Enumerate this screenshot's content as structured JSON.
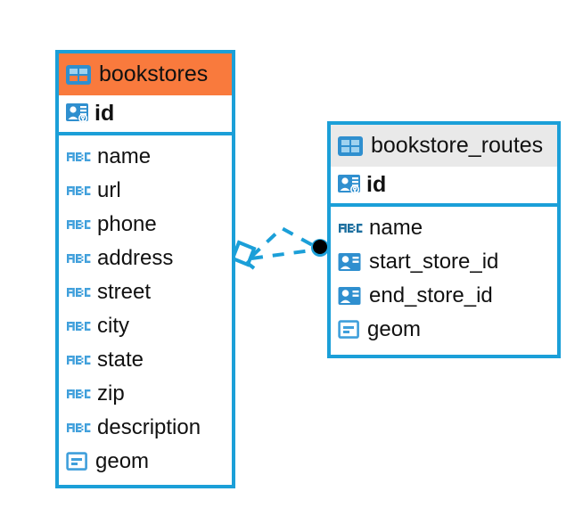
{
  "diagram": {
    "title": "bookstores / bookstore_routes relationship",
    "background_color": "#ffffff",
    "accent_color": "#1b9fd8",
    "highlight_color": "#f97a3d",
    "header_plain_color": "#e9e9e9",
    "endpoint_color": "#000000"
  },
  "entities": [
    {
      "name": "bookstores",
      "header_icon": "table-icon-accent",
      "header_style": "accent",
      "primary_key": {
        "label": "id",
        "icon": "primary-key-icon"
      },
      "fields": [
        {
          "label": "name",
          "icon": "text-abc-icon"
        },
        {
          "label": "url",
          "icon": "text-abc-icon"
        },
        {
          "label": "phone",
          "icon": "text-abc-icon"
        },
        {
          "label": "address",
          "icon": "text-abc-icon"
        },
        {
          "label": "street",
          "icon": "text-abc-icon"
        },
        {
          "label": "city",
          "icon": "text-abc-icon"
        },
        {
          "label": "state",
          "icon": "text-abc-icon"
        },
        {
          "label": "zip",
          "icon": "text-abc-icon"
        },
        {
          "label": "description",
          "icon": "text-abc-icon"
        },
        {
          "label": "geom",
          "icon": "geometry-icon"
        }
      ]
    },
    {
      "name": "bookstore_routes",
      "header_icon": "table-icon-plain",
      "header_style": "plain",
      "primary_key": {
        "label": "id",
        "icon": "primary-key-icon"
      },
      "fields": [
        {
          "label": "name",
          "icon": "text-abc-icon"
        },
        {
          "label": "start_store_id",
          "icon": "foreign-key-icon"
        },
        {
          "label": "end_store_id",
          "icon": "foreign-key-icon"
        },
        {
          "label": "geom",
          "icon": "geometry-icon"
        }
      ]
    }
  ],
  "relationship": {
    "source_entity": "bookstores",
    "target_entity": "bookstore_routes",
    "source_marker": "crows-foot-diamond",
    "target_marker": "filled-circle",
    "line_style": "dashed",
    "line_color": "#1b9fd8"
  }
}
